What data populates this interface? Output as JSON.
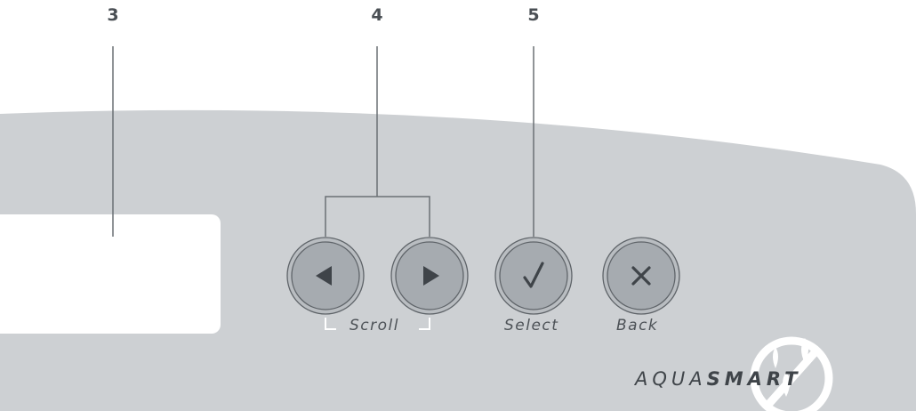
{
  "callouts": {
    "c3": "3",
    "c4": "4",
    "c5": "5"
  },
  "labels": {
    "scroll": "Scroll",
    "select": "Select",
    "back": "Back"
  },
  "brand": {
    "light": "AQUA",
    "bold": "SMART"
  },
  "icons": {
    "scroll_left": "triangle-left-icon",
    "scroll_right": "triangle-right-icon",
    "select": "check-icon",
    "back": "close-icon",
    "logo": "water-drops-icon"
  },
  "colors": {
    "panel": "#cdd0d3",
    "screen": "#ffffff",
    "button_ring": "#b9bdc1",
    "button_face": "#a6abb0",
    "button_outline": "#5f6469",
    "icon": "#3f4449",
    "leader_line": "#6b7075",
    "label": "#4d5257"
  }
}
